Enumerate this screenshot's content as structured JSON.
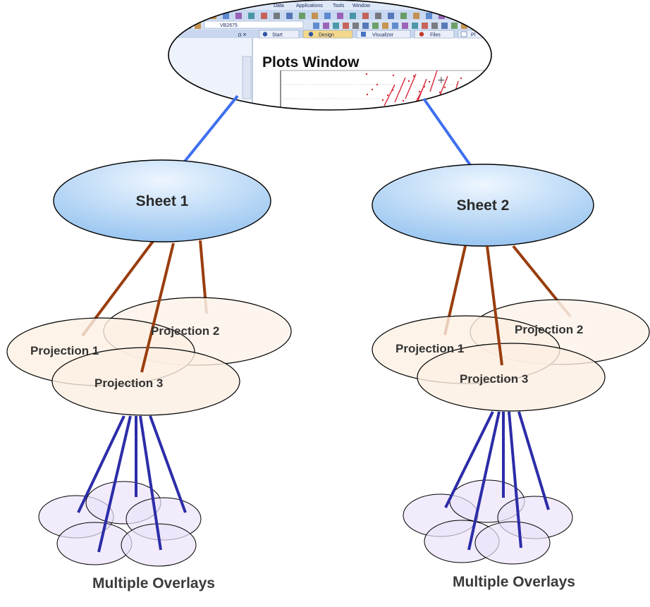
{
  "plots_window": {
    "label": "Plots Window",
    "menu": [
      "Data",
      "Applications",
      "Tools",
      "Window"
    ],
    "field_value": "VB2675",
    "tabs": [
      "Start",
      "Design",
      "Visualizer",
      "Files",
      "Pl"
    ]
  },
  "sheets": [
    {
      "label": "Sheet 1",
      "projections": [
        "Projection 1",
        "Projection 2",
        "Projection 3"
      ],
      "overlays_label": "Multiple Overlays"
    },
    {
      "label": "Sheet 2",
      "projections": [
        "Projection 1",
        "Projection 2",
        "Projection 3"
      ],
      "overlays_label": "Multiple Overlays"
    }
  ],
  "colors": {
    "sheet_fill_top": "#e8f2fd",
    "sheet_fill_bottom": "#9cc9f1",
    "projection_fill": "#fdf0e4",
    "overlay_fill": "#ebe3fa",
    "window_link": "#3f6ff0",
    "projection_link": "#9a3d0e",
    "overlay_link": "#2c2ca8",
    "outline": "#000000"
  }
}
